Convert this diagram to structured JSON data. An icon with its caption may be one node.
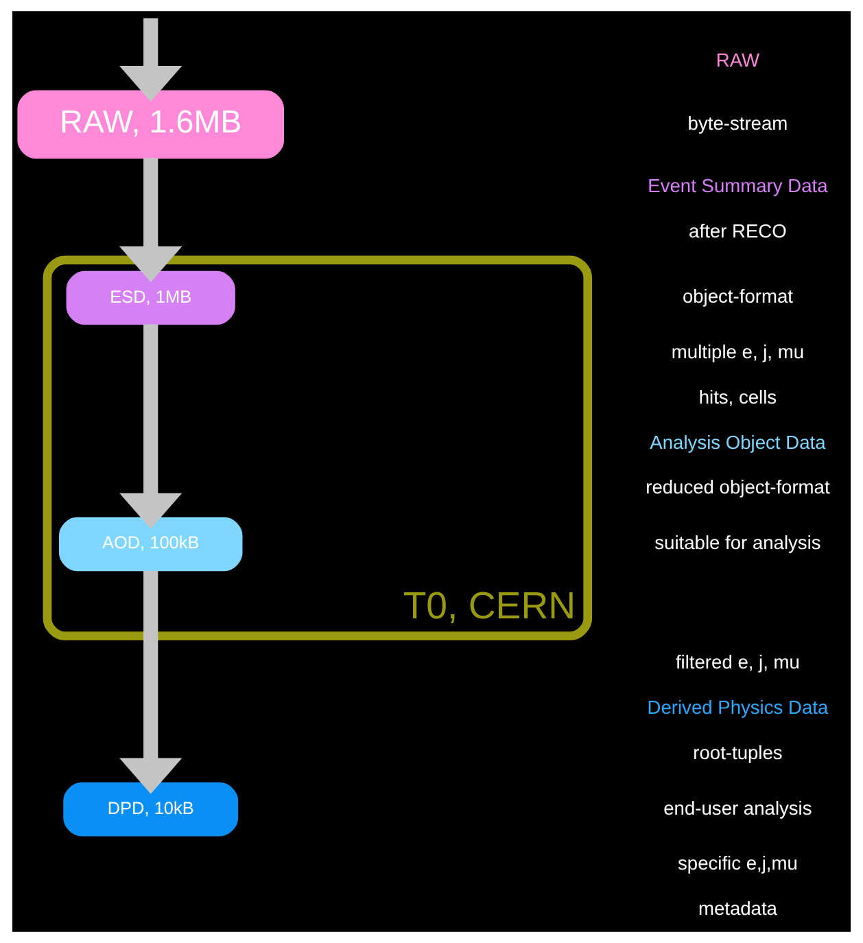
{
  "diagram": {
    "nodes": [
      {
        "text": [
          "RAW, 1.6MB"
        ]
      },
      {
        "text": [
          "T0, CERN"
        ]
      },
      {
        "text": [
          "ESD, 1MB"
        ],
        "in": 1
      },
      {
        "text": [
          "AOD, 100kB"
        ],
        "in": 1
      },
      {
        "text": [
          "DPD, 10kB"
        ]
      }
    ],
    "edges": [
      {
        "from": null,
        "to": 0,
        "arrow": "to"
      },
      {
        "from": 0,
        "to": 2,
        "arrow": "to"
      },
      {
        "from": 2,
        "to": 3,
        "arrow": "to"
      },
      {
        "from": 3,
        "to": 4,
        "arrow": "to"
      }
    ],
    "labels": [
      "RAW",
      "byte-stream",
      "Event Summary Data",
      "after RECO",
      "object-format",
      "multiple e, j, mu",
      "hits, cells",
      "Analysis Object Data",
      "reduced object-format",
      "suitable for analysis",
      "filtered e, j, mu",
      "Derived Physics Data",
      "root-tuples",
      "end-user analysis",
      "specific e,j,mu",
      "metadata"
    ]
  }
}
